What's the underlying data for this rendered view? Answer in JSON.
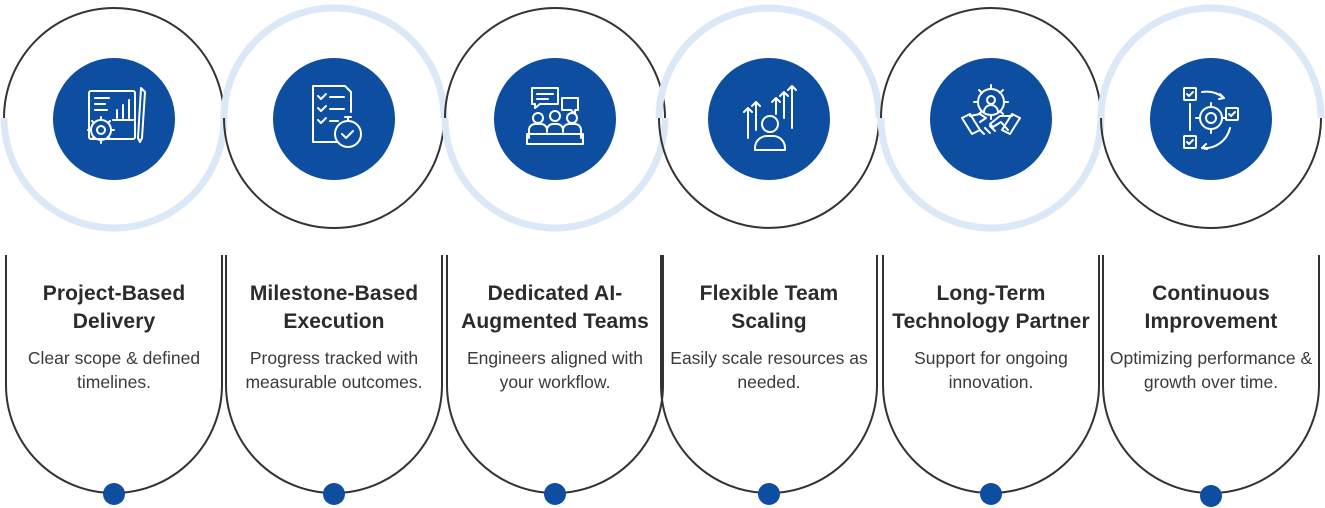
{
  "colors": {
    "accent": "#0d4ea1",
    "outline": "#333333",
    "light_ring": "#dbe8f7",
    "text": "#2b2b2b"
  },
  "steps": [
    {
      "title": "Project-Based Delivery",
      "description": "Clear scope & defined timelines.",
      "icon": "blueprint-gear-icon"
    },
    {
      "title": "Milestone-Based Execution",
      "description": "Progress tracked with measurable outcomes.",
      "icon": "checklist-stopwatch-icon"
    },
    {
      "title": "Dedicated AI-Augmented Teams",
      "description": "Engineers aligned with your workflow.",
      "icon": "team-meeting-icon"
    },
    {
      "title": "Flexible Team Scaling",
      "description": "Easily scale resources as needed.",
      "icon": "person-growth-arrows-icon"
    },
    {
      "title": "Long-Term Technology Partner",
      "description": "Support for ongoing innovation.",
      "icon": "handshake-gear-icon"
    },
    {
      "title": "Continuous Improvement",
      "description": "Optimizing performance & growth over time.",
      "icon": "improvement-cycle-icon"
    }
  ]
}
